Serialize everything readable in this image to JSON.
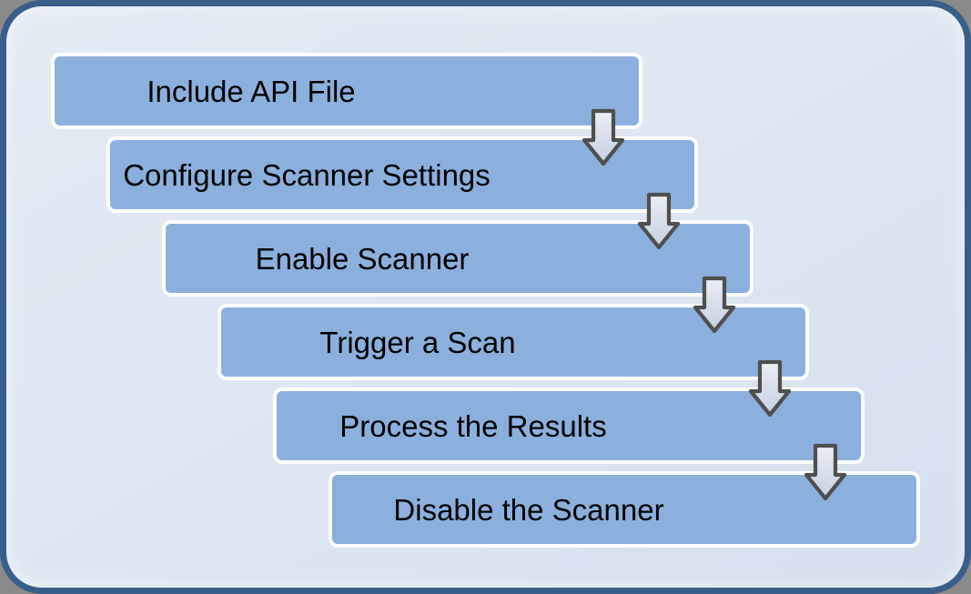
{
  "diagram": {
    "steps": [
      {
        "label": "Include API File"
      },
      {
        "label": "Configure Scanner Settings"
      },
      {
        "label": "Enable Scanner"
      },
      {
        "label": "Trigger a Scan"
      },
      {
        "label": "Process the Results"
      },
      {
        "label": "Disable the Scanner"
      }
    ]
  },
  "colors": {
    "page_bg": "#8a8a8a",
    "frame_border": "#395e8a",
    "frame_bg_top": "#e3eaf4",
    "frame_bg_mid": "#dce6f1",
    "frame_bg_bottom": "#d5dfee",
    "box_fill": "#8cb0dd",
    "box_border": "#ffffff",
    "text_color": "#000000",
    "arrow_outline": "#4f4f4f",
    "arrow_fill_top": "#eaeef5",
    "arrow_fill_bottom": "#c4d0e2"
  }
}
